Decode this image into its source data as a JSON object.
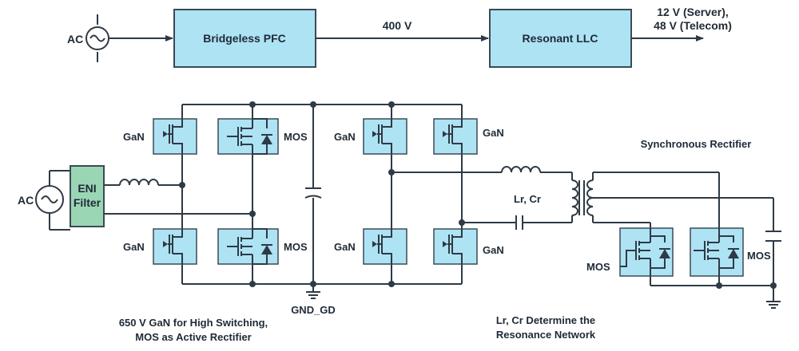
{
  "block_diagram": {
    "input_label": "AC",
    "pfc_label": "Bridgeless PFC",
    "bus_voltage_label": "400 V",
    "llc_label": "Resonant LLC",
    "output_label_line1": "12 V (Server),",
    "output_label_line2": "48 V (Telecom)"
  },
  "schematic": {
    "ac_label": "AC",
    "emi_filter_line1": "ENI",
    "emi_filter_line2": "Filter",
    "gan_label": "GaN",
    "mos_label": "MOS",
    "ground_label": "GND_GD",
    "resonant_label": "Lr, Cr",
    "sync_rect_label": "Synchronous Rectifier"
  },
  "captions": {
    "left_line1": "650 V GaN for High Switching,",
    "left_line2": "MOS as Active Rectifier",
    "right_line1": "Lr, Cr Determine the",
    "right_line2": "Resonance Network"
  },
  "colors": {
    "block_fill": "#aee3f4",
    "filter_fill": "#9bd6b4",
    "wire": "#2e3a46"
  }
}
